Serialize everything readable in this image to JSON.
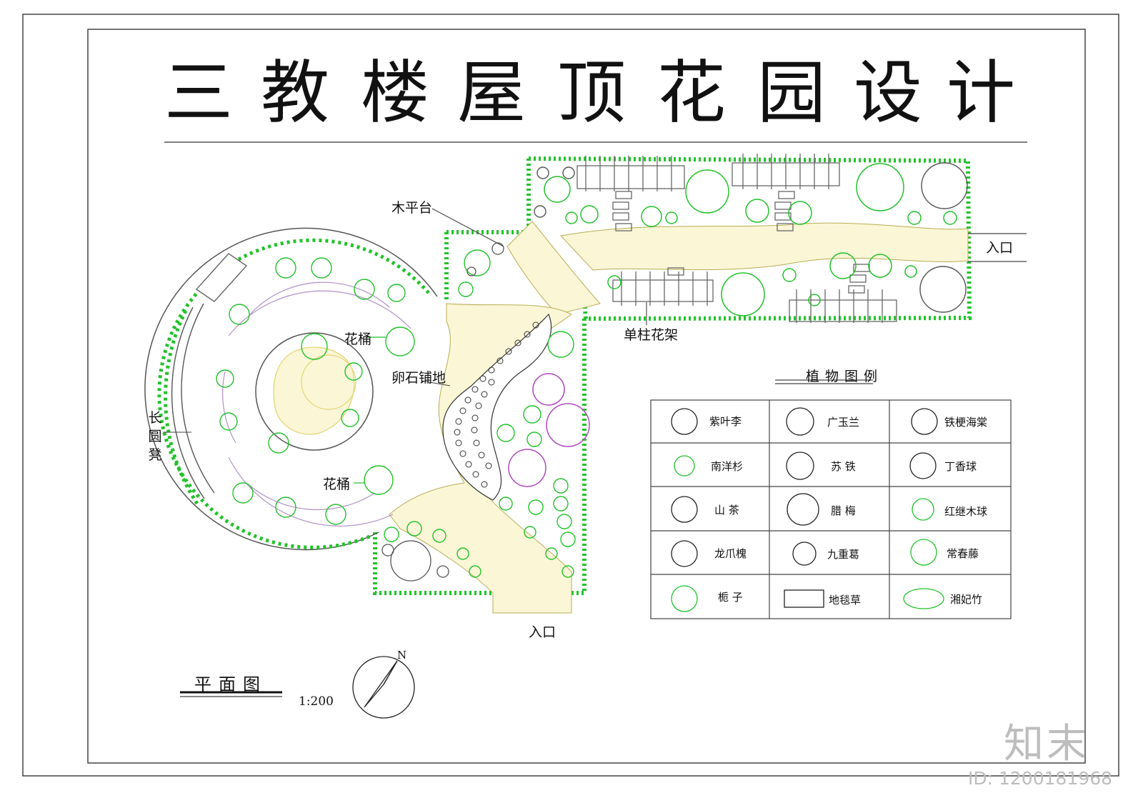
{
  "title": [
    "三",
    "教",
    "楼",
    "屋",
    "顶",
    "花",
    "园",
    "设",
    "计"
  ],
  "labels": {
    "wood_deck": "木平台",
    "entrance_right": "入口",
    "entrance_bottom": "入口",
    "flower_bucket_1": "花桶",
    "flower_bucket_2": "花桶",
    "pebble_paving": "卵石铺地",
    "single_column_trellis": "单柱花架",
    "long_round_bench": [
      "长",
      "圆",
      "凳"
    ]
  },
  "legend": {
    "title": "植物图例",
    "items": [
      [
        "紫叶李",
        "广玉兰",
        "铁梗海棠"
      ],
      [
        "南洋杉",
        "苏 铁",
        "丁香球"
      ],
      [
        "山 茶",
        "腊 梅",
        "红继木球"
      ],
      [
        "龙爪槐",
        "九重葛",
        "常春藤"
      ],
      [
        "栀 子",
        "地毯草",
        "湘妃竹"
      ]
    ]
  },
  "plan_title": "平面图",
  "scale": "1:200",
  "north": "N",
  "watermark": {
    "logo": "知末",
    "id": "ID: 1200181968"
  },
  "colors": {
    "plant_green": "#22c22a",
    "paving_yellow": "#efe48a",
    "purple_plant": "#b04ac0",
    "line": "#111111"
  }
}
